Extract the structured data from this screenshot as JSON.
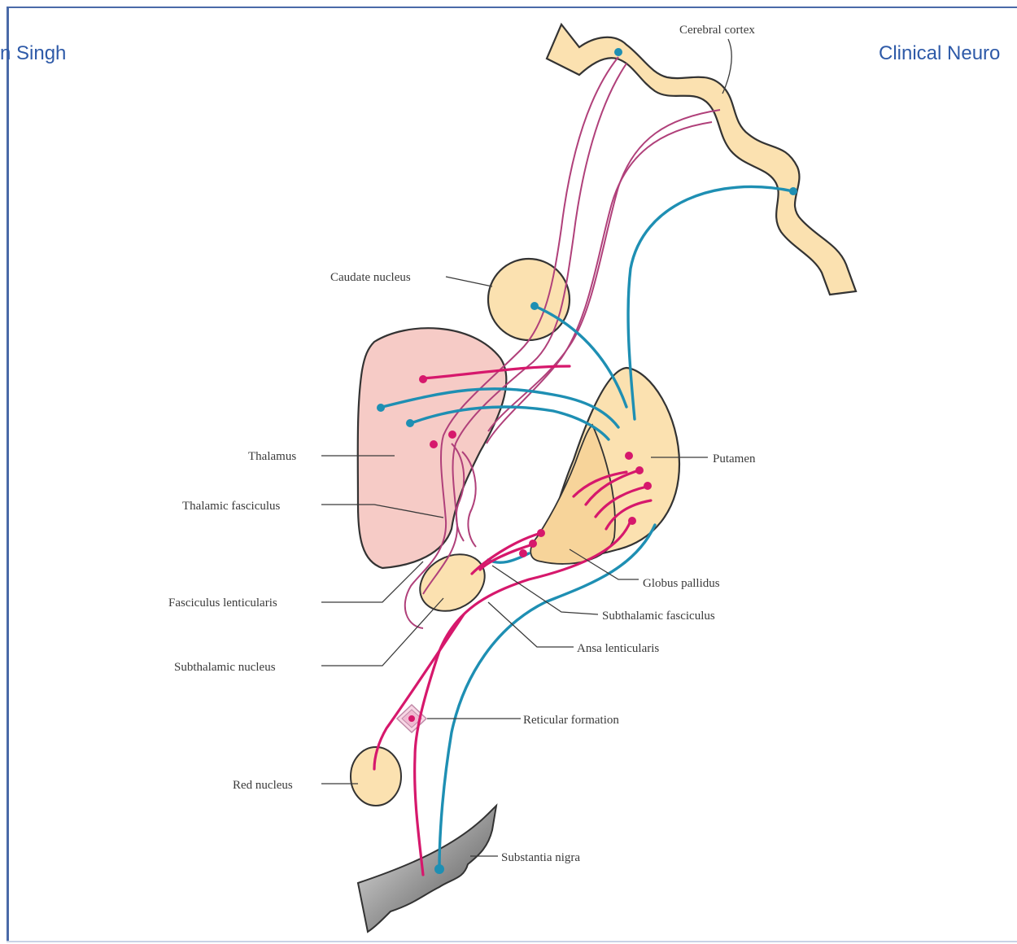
{
  "header": {
    "author_fragment": "n Singh",
    "course_fragment": "Clinical Neuro"
  },
  "colors": {
    "pink_fiber": "#d6186c",
    "blue_fiber": "#1e8fb3",
    "nucleus_fill": "#fbe1b0",
    "thalamus_fill": "#f6cbc6",
    "nigra_fill": "#8a8a8a"
  },
  "diagram": {
    "labels": {
      "cerebral_cortex": "Cerebral cortex",
      "caudate_nucleus": "Caudate nucleus",
      "thalamus": "Thalamus",
      "thalamic_fasciculus": "Thalamic fasciculus",
      "fasciculus_lenticularis": "Fasciculus lenticularis",
      "subthalamic_nucleus": "Subthalamic nucleus",
      "red_nucleus": "Red nucleus",
      "putamen": "Putamen",
      "globus_pallidus": "Globus pallidus",
      "subthalamic_fasciculus": "Subthalamic fasciculus",
      "ansa_lenticularis": "Ansa lenticularis",
      "reticular_formation": "Reticular formation",
      "substantia_nigra": "Substantia nigra"
    }
  }
}
